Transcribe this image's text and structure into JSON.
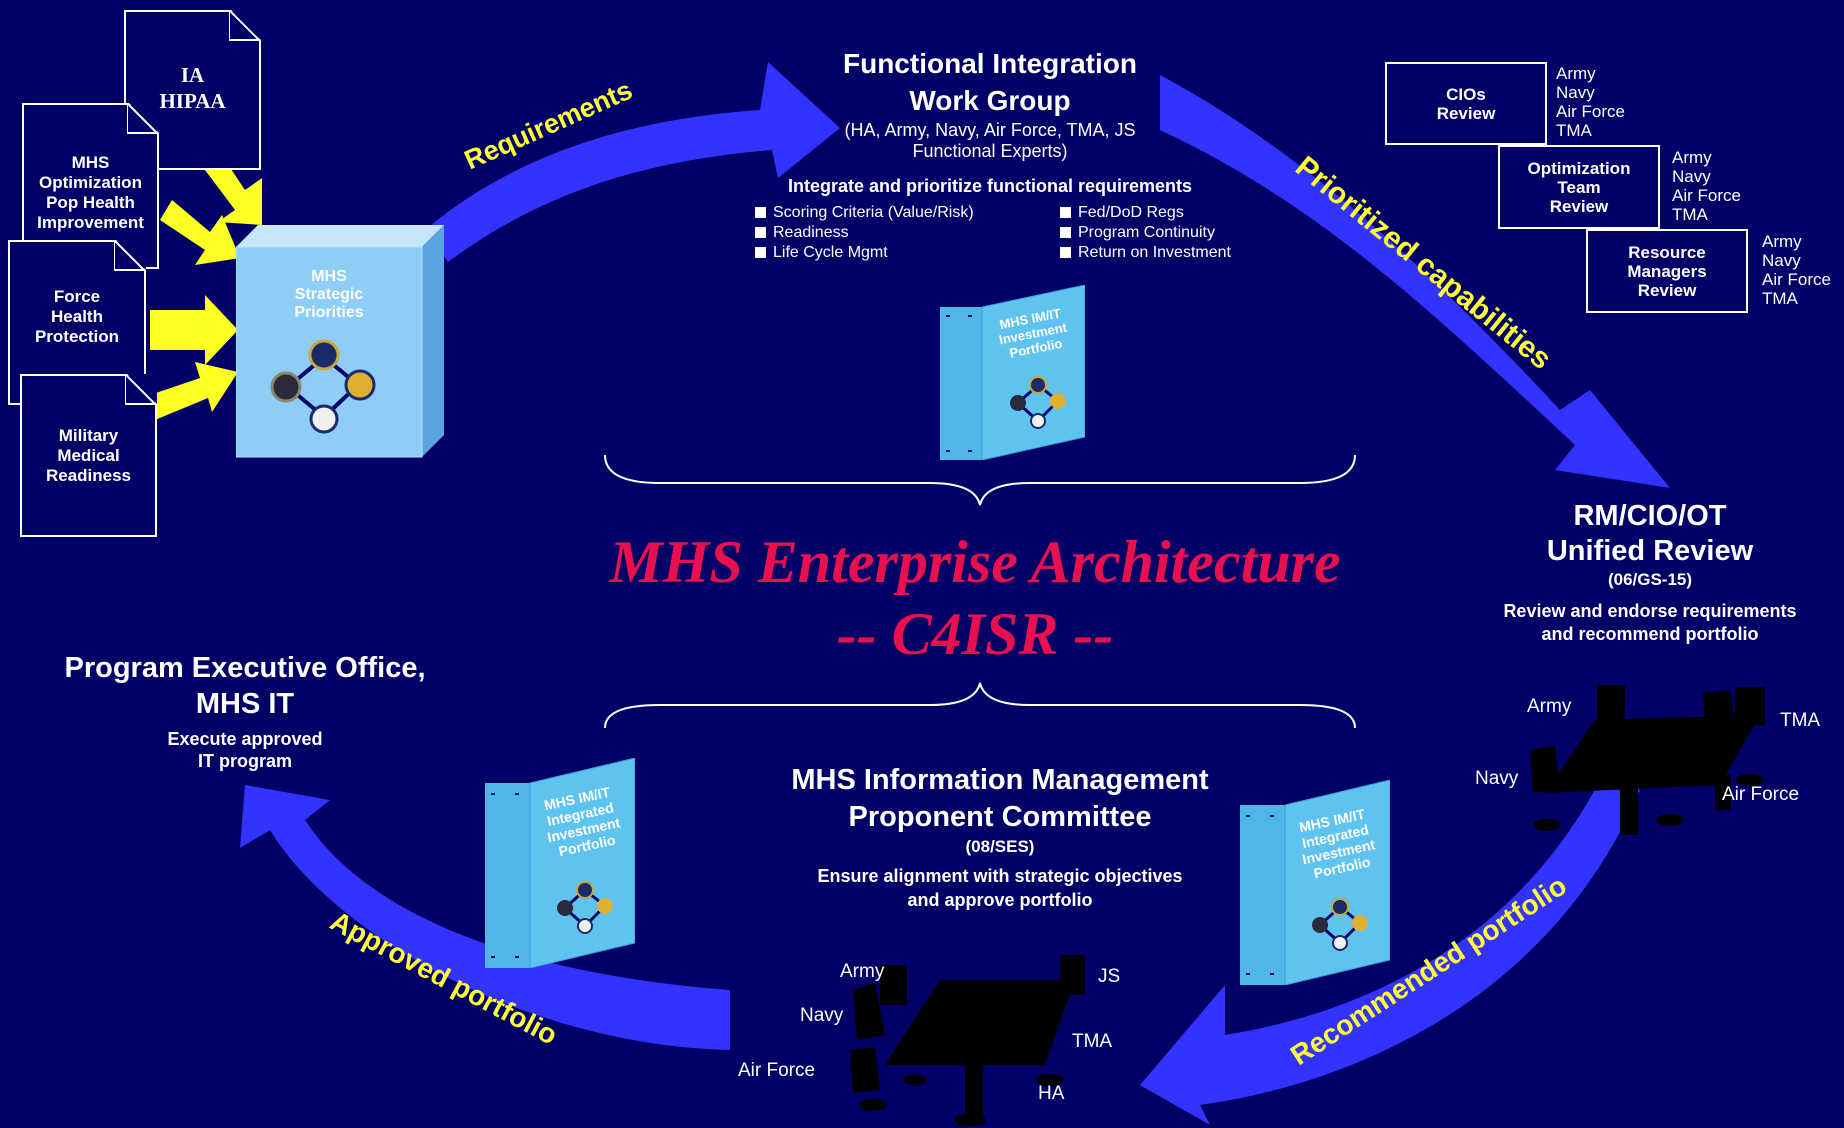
{
  "colors": {
    "background": "#000066",
    "arrow_blue": "#3333ff",
    "arrow_label_yellow": "#ffff33",
    "title_red": "#e8104f",
    "cube_blue": "#8ecdf5",
    "binder_blue": "#5fc3f0"
  },
  "input_docs": [
    {
      "label": "IA\nHIPAA"
    },
    {
      "label": "MHS\nOptimization\nPop Health\nImprovement"
    },
    {
      "label": "Force\nHealth\nProtection"
    },
    {
      "label": "Military\nMedical\nReadiness"
    }
  ],
  "strategic_cube": {
    "label": "MHS\nStrategic\nPriorities"
  },
  "arrows": {
    "requirements": "Requirements",
    "prioritized": "Prioritized capabilities",
    "recommended": "Recommended portfolio",
    "approved": "Approved portfolio"
  },
  "figwg": {
    "title_line1": "Functional Integration",
    "title_line2": "Work Group",
    "members_line1": "(HA, Army, Navy, Air Force, TMA, JS",
    "members_line2": "Functional Experts)",
    "task": "Integrate and prioritize functional requirements",
    "criteria": [
      "Scoring Criteria (Value/Risk)",
      "Readiness",
      "Life Cycle Mgmt",
      "Fed/DoD Regs",
      "Program Continuity",
      "Return on Investment"
    ]
  },
  "binders": [
    {
      "title": "MHS IM/IT Investment Portfolio"
    },
    {
      "title": "MHS IM/IT Integrated Investment Portfolio"
    },
    {
      "title": "MHS IM/IT Integrated Investment Portfolio"
    }
  ],
  "reviews": [
    {
      "label": "CIOs\nReview",
      "services": [
        "Army",
        "Navy",
        "Air Force",
        "TMA"
      ]
    },
    {
      "label": "Optimization\nTeam\nReview",
      "services": [
        "Army",
        "Navy",
        "Air Force",
        "TMA"
      ]
    },
    {
      "label": "Resource\nManagers\nReview",
      "services": [
        "Army",
        "Navy",
        "Air Force",
        "TMA"
      ]
    }
  ],
  "center_title": {
    "line1": "MHS Enterprise Architecture",
    "line2": "-- C4ISR --"
  },
  "unified_review": {
    "title_line1": "RM/CIO/OT",
    "title_line2": "Unified Review",
    "grade": "(06/GS-15)",
    "task_line1": "Review and endorse requirements",
    "task_line2": "and recommend portfolio",
    "table_labels": [
      "Army",
      "TMA",
      "Navy",
      "Air Force"
    ]
  },
  "imp_committee": {
    "title_line1": "MHS Information Management",
    "title_line2": "Proponent Committee",
    "grade": "(08/SES)",
    "task_line1": "Ensure alignment with strategic objectives",
    "task_line2": "and approve portfolio",
    "table_labels": [
      "Army",
      "JS",
      "Navy",
      "TMA",
      "Air Force",
      "HA"
    ]
  },
  "peo": {
    "title_line1": "Program Executive Office,",
    "title_line2": "MHS IT",
    "task_line1": "Execute approved",
    "task_line2": "IT program"
  }
}
